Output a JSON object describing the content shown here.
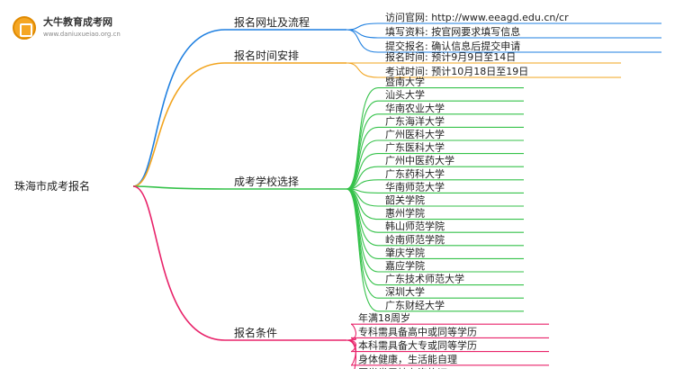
{
  "logo": {
    "title": "大牛教育成考网",
    "url": "www.daniuxueiao.org.cn"
  },
  "root": {
    "label": "珠海市成考报名"
  },
  "colors": {
    "blue": "#1e7fe0",
    "orange": "#f2a41e",
    "green": "#35c24a",
    "red": "#e8236a"
  },
  "branches": [
    {
      "label": "报名网址及流程",
      "color": "blue",
      "children": [
        "访问官网: http://www.eeagd.edu.cn/cr",
        "填写资料: 按官网要求填写信息",
        "提交报名: 确认信息后提交申请"
      ]
    },
    {
      "label": "报名时间安排",
      "color": "orange",
      "children": [
        "报名时间: 预计9月9日至14日",
        "考试时间: 预计10月18日至19日"
      ]
    },
    {
      "label": "成考学校选择",
      "color": "green",
      "children": [
        "暨南大学",
        "汕头大学",
        "华南农业大学",
        "广东海洋大学",
        "广州医科大学",
        "广东医科大学",
        "广州中医药大学",
        "广东药科大学",
        "华南师范大学",
        "韶关学院",
        "惠州学院",
        "韩山师范学院",
        "岭南师范学院",
        "肇庆学院",
        "嘉应学院",
        "广东技术师范大学",
        "深圳大学",
        "广东财经大学"
      ]
    },
    {
      "label": "报名条件",
      "color": "red",
      "children": [
        "年满18周岁",
        "专科需具备高中或同等学历",
        "本科需具备大专或同等学历",
        "身体健康，生活能自理",
        "医学类需持有资格证"
      ]
    }
  ]
}
